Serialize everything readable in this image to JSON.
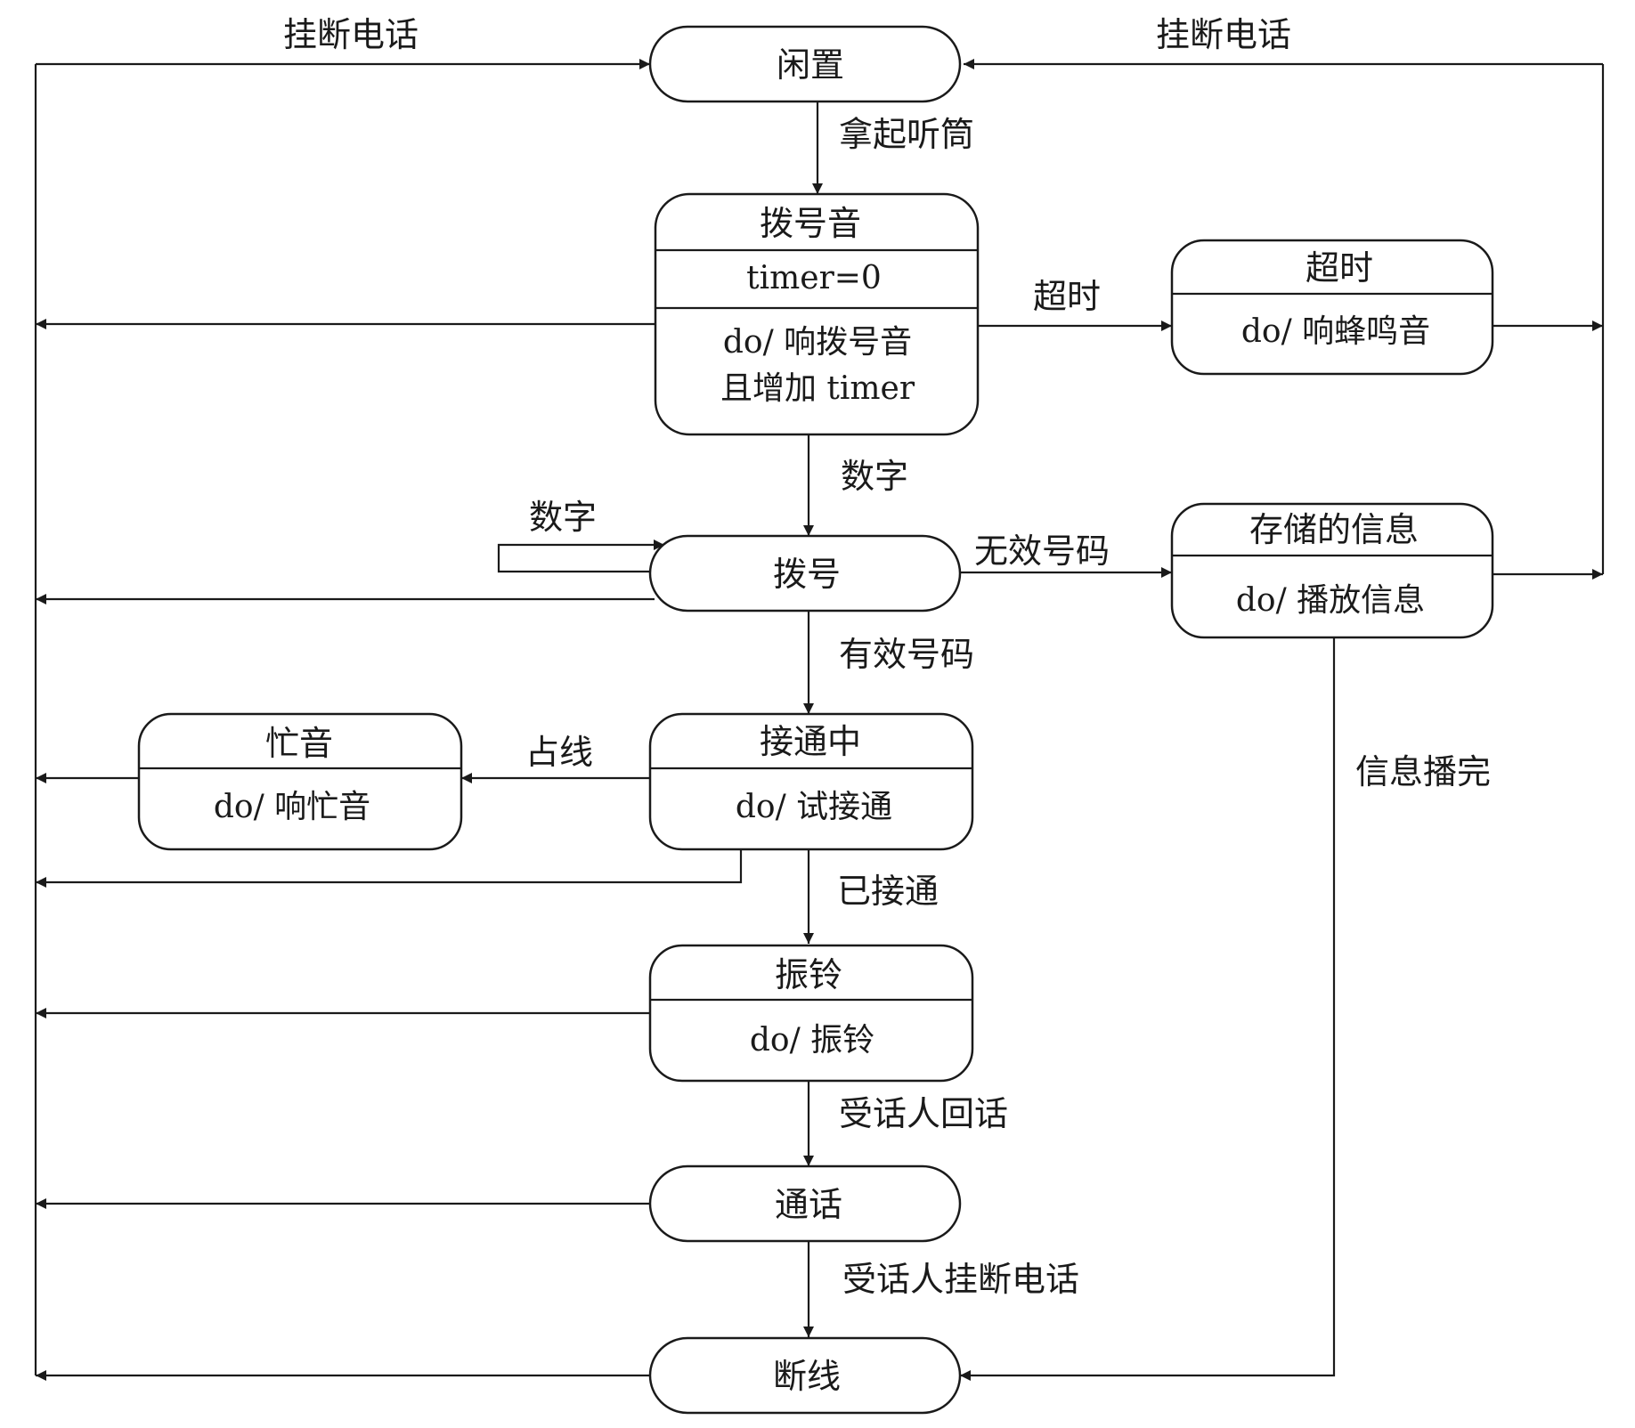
{
  "states": {
    "idle": {
      "name": "闲置"
    },
    "dial_tone": {
      "name": "拨号音",
      "variable": "timer=0",
      "activity_line1": "do/ 响拨号音",
      "activity_line2": "且增加 timer"
    },
    "timeout": {
      "name": "超时",
      "activity": "do/ 响蜂鸣音"
    },
    "dialing": {
      "name": "拨号"
    },
    "stored_message": {
      "name": "存储的信息",
      "activity": "do/ 播放信息"
    },
    "busy_tone": {
      "name": "忙音",
      "activity": "do/ 响忙音"
    },
    "connecting": {
      "name": "接通中",
      "activity": "do/ 试接通"
    },
    "ringing": {
      "name": "振铃",
      "activity": "do/ 振铃"
    },
    "talking": {
      "name": "通话"
    },
    "disconnected": {
      "name": "断线"
    }
  },
  "transitions": {
    "hang_up_left": "挂断电话",
    "hang_up_right": "挂断电话",
    "pick_up": "拿起听筒",
    "timeout": "超时",
    "digit": "数字",
    "digit_self": "数字",
    "invalid_number": "无效号码",
    "valid_number": "有效号码",
    "busy": "占线",
    "connected": "已接通",
    "callee_answers": "受话人回话",
    "callee_hangs_up": "受话人挂断电话",
    "message_done": "信息播完"
  }
}
